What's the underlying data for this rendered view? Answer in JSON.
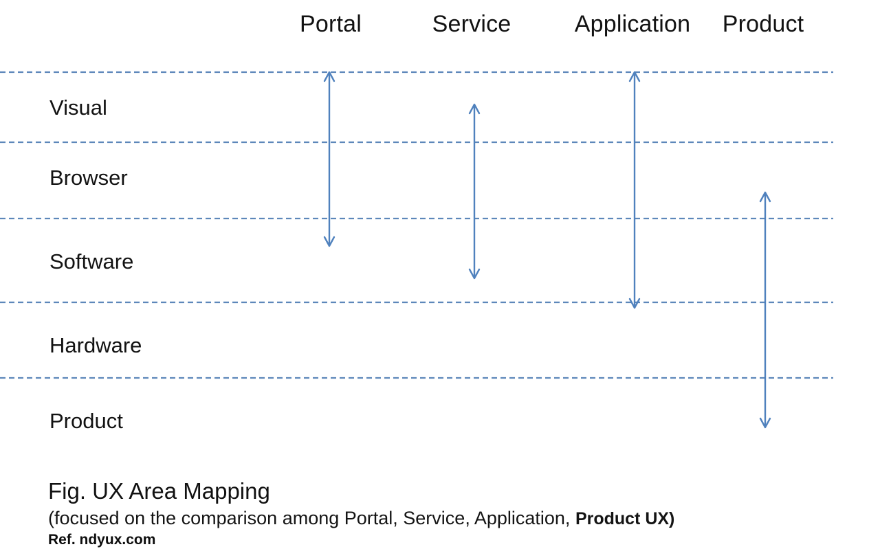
{
  "columns": [
    {
      "label": "Portal"
    },
    {
      "label": "Service"
    },
    {
      "label": "Application"
    },
    {
      "label": "Product"
    }
  ],
  "rows": [
    {
      "label": "Visual"
    },
    {
      "label": "Browser"
    },
    {
      "label": "Software"
    },
    {
      "label": "Hardware"
    },
    {
      "label": "Product"
    }
  ],
  "mapping": [
    {
      "column": "Portal",
      "spans_from": "Visual",
      "spans_to": "Software"
    },
    {
      "column": "Service",
      "spans_from": "Visual",
      "spans_to": "Software"
    },
    {
      "column": "Application",
      "spans_from": "Visual",
      "spans_to": "Hardware"
    },
    {
      "column": "Product",
      "spans_from": "Browser",
      "spans_to": "Product"
    }
  ],
  "caption": {
    "title": "Fig. UX Area Mapping",
    "subtitle_regular": "(focused on the comparison among Portal, Service, Application,",
    "subtitle_bold": "Product UX)",
    "ref_label": "Ref.",
    "ref_value": "ndyux.com"
  },
  "colors": {
    "arrow": "#4f81bd",
    "grid_line": "#5d87ba",
    "text": "#161616"
  }
}
